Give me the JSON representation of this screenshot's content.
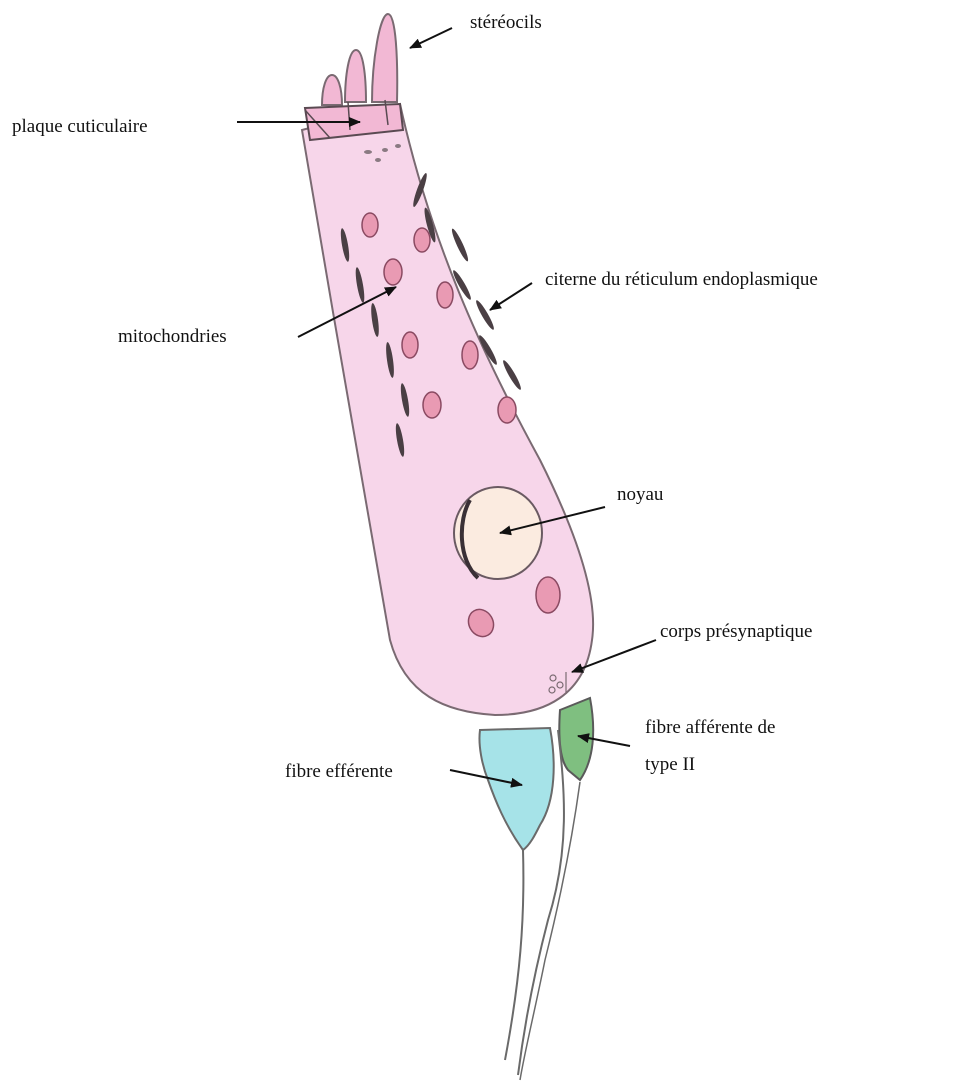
{
  "labels": {
    "stereocils": "stéréocils",
    "plaque_cuticulaire": "plaque cuticulaire",
    "citerne_line1": "citerne du réticulum endoplasmique",
    "mitochondries": "mitochondries",
    "noyau": "noyau",
    "corps_presynaptique": "corps présynaptique",
    "fibre_afferente_line1": "fibre afférente de",
    "fibre_afferente_line2": "type II",
    "fibre_efferente": "fibre efférente"
  },
  "colors": {
    "cytoplasm": "#f7d6ea",
    "cell_outline": "#7a6a72",
    "stereocil": "#f2b8d4",
    "mitochondria": "#e99ab3",
    "er_cisterna": "#4a3f44",
    "nucleus": "#fbebe0",
    "efferent_fiber": "#a6e3e8",
    "afferent_fiber": "#7fbf80",
    "arrow": "#111111"
  }
}
